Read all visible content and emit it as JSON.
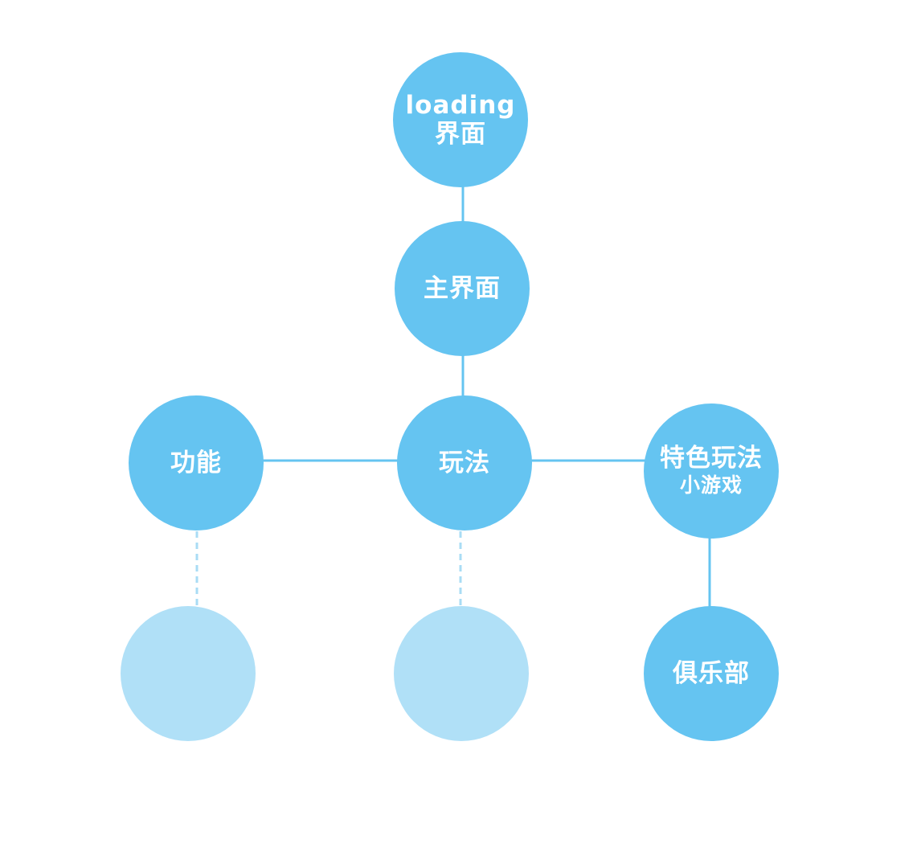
{
  "colors": {
    "node": "#65c4f1",
    "node_faded": "#b0e0f7",
    "connector": "#65c4f1",
    "connector_dashed": "#a9dcf5",
    "label": "#ffffff"
  },
  "nodes": {
    "loading": {
      "line1": "loading",
      "line2": "界面"
    },
    "main_ui": {
      "label": "主界面"
    },
    "gameplay": {
      "label": "玩法"
    },
    "features": {
      "label": "功能"
    },
    "special": {
      "line1": "特色玩法",
      "line2": "小游戏"
    },
    "club": {
      "label": "俱乐部"
    },
    "features_child": {
      "label": ""
    },
    "gameplay_child": {
      "label": ""
    }
  },
  "edges": [
    {
      "from": "loading",
      "to": "main_ui",
      "style": "solid"
    },
    {
      "from": "main_ui",
      "to": "gameplay",
      "style": "solid"
    },
    {
      "from": "features",
      "to": "gameplay",
      "style": "solid"
    },
    {
      "from": "gameplay",
      "to": "special",
      "style": "solid"
    },
    {
      "from": "special",
      "to": "club",
      "style": "solid"
    },
    {
      "from": "features",
      "to": "features_child",
      "style": "dashed"
    },
    {
      "from": "gameplay",
      "to": "gameplay_child",
      "style": "dashed"
    }
  ]
}
